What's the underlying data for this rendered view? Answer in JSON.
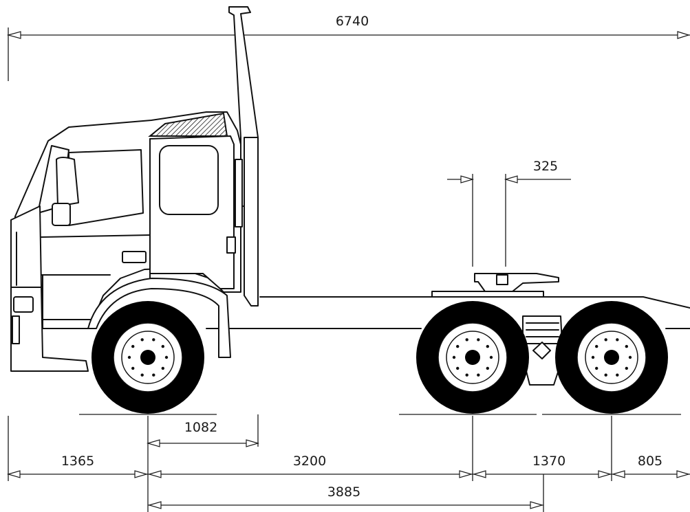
{
  "diagram": {
    "subject": "tractor-truck-side-view",
    "dimensions": {
      "overall_length": "6740",
      "fifth_wheel_offset": "325",
      "front_axle_to_ref": "1082",
      "front_overhang": "1365",
      "wheelbase_front": "3200",
      "tandem_spacing": "1370",
      "rear_overhang": "805",
      "wheelbase_total": "3885"
    },
    "colors": {
      "line": "#1a1a1a",
      "tire": "#000000",
      "hatch": "#1a1a1a"
    }
  }
}
